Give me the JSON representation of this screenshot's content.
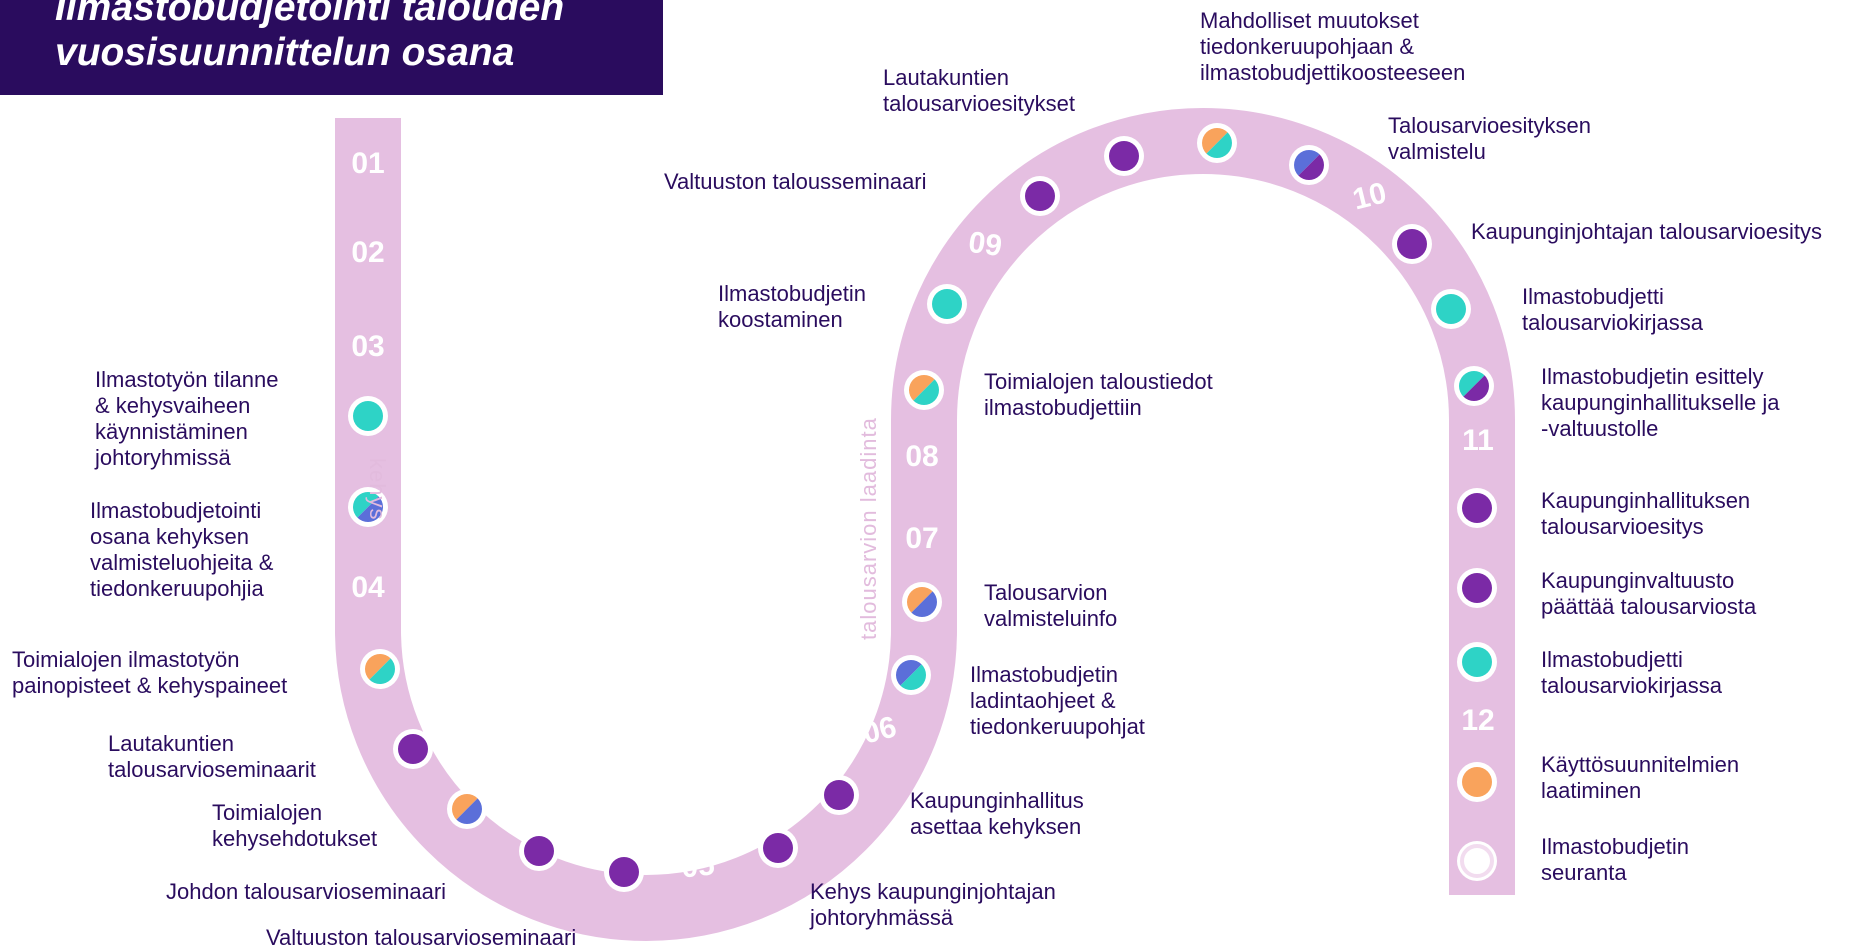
{
  "title": {
    "line1": "Ilmastobudjetointi talouden",
    "line2": "vuosisuunnittelun osana"
  },
  "colors": {
    "band": "#e5bfe1",
    "purple": "#7b2aa6",
    "teal": "#2ed3c6",
    "orange": "#f9a35c",
    "blue": "#5b6fd9",
    "text": "#2a0c5e",
    "ring": "#ffffff"
  },
  "phases": {
    "kehys": "kehys",
    "talousarvio": "talousarvion laadinta"
  },
  "months": [
    "01",
    "02",
    "03",
    "04",
    "05",
    "06",
    "07",
    "08",
    "09",
    "10",
    "11",
    "12"
  ],
  "labels": {
    "ilmastotyon_tilanne": "Ilmastotyön tilanne\n& kehysvaiheen\nkäynnistäminen\njohtoryhmissä",
    "ilmastobudjetointi_osana": "Ilmastobudjetointi\nosana kehyksen\nvalmisteluohjeita &\ntiedonkeruupohjia",
    "toimialojen_painopisteet": "Toimialojen ilmastotyön\npainopisteet & kehyspaineet",
    "lautakuntien_seminaarit": "Lautakuntien\ntalousarvioseminaarit",
    "toimialojen_kehysehdotukset": "Toimialojen\nkehysehdotukset",
    "johdon_seminaari": "Johdon talousarvioseminaari",
    "valtuuston_seminaari": "Valtuuston talousarvioseminaari",
    "kehys_johtoryhmassa": "Kehys kaupunginjohtajan\njohtoryhmässä",
    "kh_asettaa_kehyksen": "Kaupunginhallitus\nasettaa kehyksen",
    "laadintaohjeet": "Ilmastobudjetin\nladintaohjeet &\ntiedonkeruupohjat",
    "valmisteluinfo": "Talousarvion\nvalmisteluinfo",
    "toimialojen_taloustiedot": "Toimialojen taloustiedot\nilmastobudjettiin",
    "koostaminen": "Ilmastobudjetin\nkoostaminen",
    "valtuuston_talousseminaari": "Valtuuston talousseminaari",
    "lautakuntien_esitykset": "Lautakuntien\ntalousarvioesitykset",
    "mahdolliset_muutokset": "Mahdolliset muutokset\ntiedonkeruupohjaan &\nilmastobudjettikoosteeseen",
    "esityksen_valmistelu": "Talousarvioesityksen\nvalmistelu",
    "kaupunginjohtajan_esitys": "Kaupunginjohtajan talousarvioesitys",
    "ilmastobudjetti_kirjassa_1": "Ilmastobudjetti\ntalousarviokirjassa",
    "esittely_kh": "Ilmastobudjetin esittely\nkaupunginhallitukselle ja\n-valtuustolle",
    "kh_esitys": "Kaupunginhallituksen\ntalousarvioesitys",
    "kv_paattaa": "Kaupunginvaltuusto\npäättää talousarviosta",
    "ilmastobudjetti_kirjassa_2": "Ilmastobudjetti\ntalousarviokirjassa",
    "kayttosuunnitelmat": "Käyttösuunnitelmien\nlaatiminen",
    "seuranta": "Ilmastobudjetin\nseuranta"
  },
  "dot_types": [
    "teal",
    "teal-blue",
    "orange-teal",
    "purple",
    "orange-blue",
    "purple",
    "purple",
    "purple",
    "purple",
    "blue-teal",
    "orange-blue",
    "orange-teal",
    "teal",
    "purple",
    "purple",
    "orange-teal",
    "blue-purple",
    "purple",
    "teal",
    "teal-purple",
    "purple",
    "purple",
    "teal",
    "orange",
    "empty"
  ]
}
